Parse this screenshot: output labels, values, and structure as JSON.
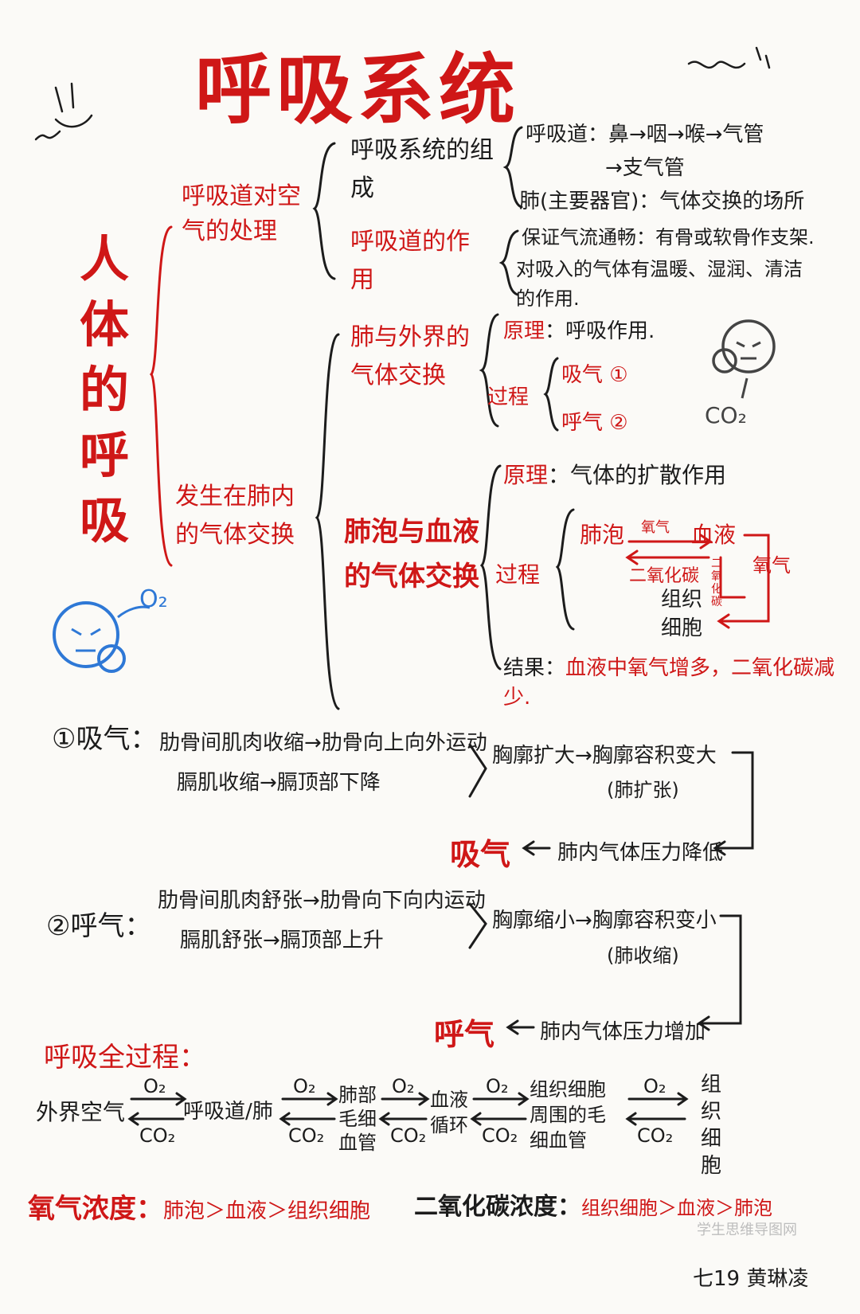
{
  "title": "呼吸系统",
  "main_topic": "人体的呼吸",
  "branch1": {
    "label": "呼吸道对空气的处理",
    "composition": {
      "label": "呼吸系统的组成",
      "tract": "呼吸道：鼻→咽→喉→气管",
      "tract2": "→支气管",
      "lung": "肺(主要器官)：气体交换的场所"
    },
    "function": {
      "label": "呼吸道的作用",
      "line1": "保证气流通畅：有骨或软骨作支架.",
      "line2": "对吸入的气体有温暖、湿润、清洁",
      "line3": "的作用."
    }
  },
  "branch2": {
    "label": "发生在肺内的气体交换",
    "lung_exchange": {
      "label": "肺与外界的气体交换",
      "principle_label": "原理",
      "principle": "呼吸作用.",
      "process_label": "过程",
      "inhale": "吸气 ①",
      "exhale": "呼气 ②"
    },
    "alveoli_exchange": {
      "label": "肺泡与血液的气体交换",
      "principle_label": "原理",
      "principle": "气体的扩散作用",
      "process_label": "过程",
      "alveoli": "肺泡",
      "blood": "血液",
      "oxygen_top": "氧气",
      "co2": "二氧化碳",
      "co2_side": "二氧化碳",
      "oxygen_side": "氧气",
      "tissue": "组织细胞",
      "result_label": "结果",
      "result": "血液中氧气增多，二氧化碳减少."
    }
  },
  "inhale": {
    "label": "①吸气：",
    "row1": "肋骨间肌肉收缩→肋骨向上向外运动",
    "row2": "膈肌收缩→膈顶部下降",
    "chest": "胸廓扩大→胸廓容积变大",
    "chest_note": "(肺扩张)",
    "pressure": "肺内气体压力降低",
    "result": "吸气"
  },
  "exhale": {
    "label": "②呼气：",
    "row1": "肋骨间肌肉舒张→肋骨向下向内运动",
    "row2": "膈肌舒张→膈顶部上升",
    "chest": "胸廓缩小→胸廓容积变小",
    "chest_note": "(肺收缩)",
    "pressure": "肺内气体压力增加",
    "result": "呼气"
  },
  "full_process": {
    "label": "呼吸全过程：",
    "n1": "外界空气",
    "n2": "呼吸道/肺",
    "n3": "肺部毛细血管",
    "n4": "血液循环",
    "n5": "组织细胞周围的毛细血管",
    "n6": "组织细胞",
    "o2": "O₂",
    "co2": "CO₂"
  },
  "concentration": {
    "o2_label": "氧气浓度：",
    "o2_order": "肺泡＞血液＞组织细胞",
    "co2_label": "二氧化碳浓度：",
    "co2_order": "组织细胞＞血液＞肺泡"
  },
  "decor": {
    "face_label_o2": "O₂",
    "face_label_co2": "CO₂"
  },
  "watermark": "学生思维导图网",
  "signature": "七19 黄琳凌",
  "colors": {
    "red": "#cf1717",
    "ink": "#1c1c1c",
    "blue": "#2e78d6"
  }
}
